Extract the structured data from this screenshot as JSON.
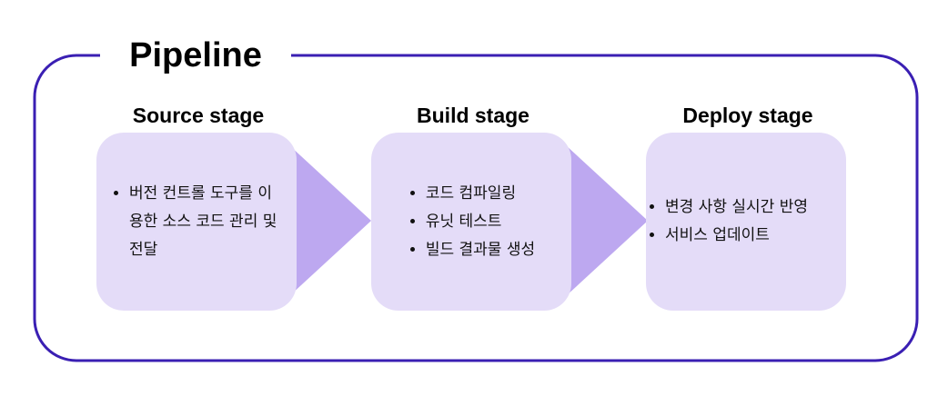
{
  "title": "Pipeline",
  "colors": {
    "frame": "#3a1fb3",
    "box": "#e4dcf8",
    "arrow": "#bda8f0"
  },
  "stages": [
    {
      "title": "Source stage",
      "items": [
        "버전 컨트롤 도구를 이용한 소스 코드 관리 및 전달"
      ]
    },
    {
      "title": "Build stage",
      "items": [
        "코드 컴파일링",
        "유닛 테스트",
        "빌드 결과물 생성"
      ]
    },
    {
      "title": "Deploy stage",
      "items": [
        "변경 사항 실시간 반영",
        "서비스 업데이트"
      ]
    }
  ]
}
